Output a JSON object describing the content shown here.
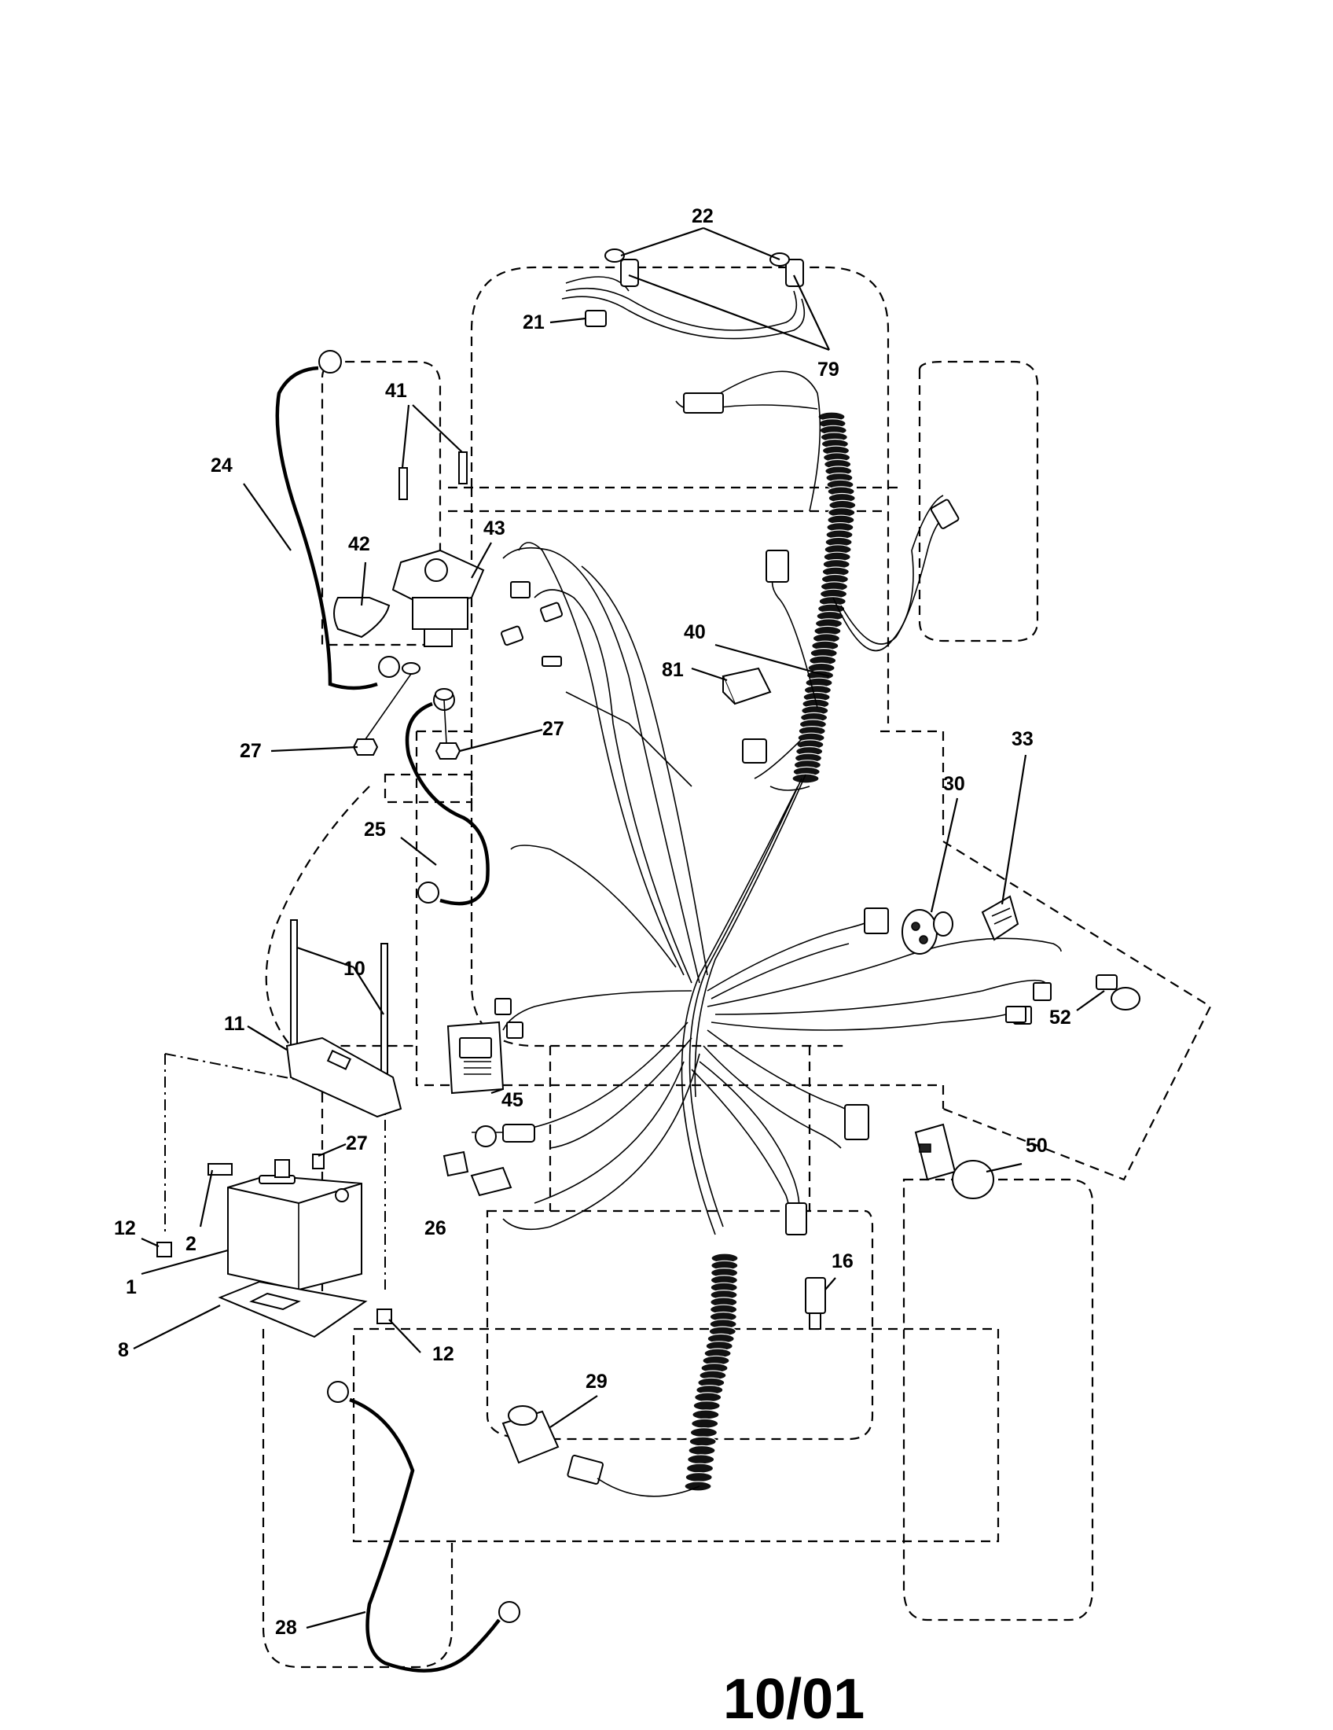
{
  "callouts": {
    "c1": "1",
    "c2": "2",
    "c8": "8",
    "c10": "10",
    "c11": "11",
    "c12a": "12",
    "c12b": "12",
    "c16": "16",
    "c21": "21",
    "c22": "22",
    "c24": "24",
    "c25": "25",
    "c26": "26",
    "c27a": "27",
    "c27b": "27",
    "c27c": "27",
    "c28": "28",
    "c29": "29",
    "c30": "30",
    "c33": "33",
    "c40": "40",
    "c41": "41",
    "c42": "42",
    "c43": "43",
    "c45": "45",
    "c50": "50",
    "c52": "52",
    "c79": "79",
    "c81": "81"
  },
  "footer": {
    "date_code": "10/01"
  }
}
